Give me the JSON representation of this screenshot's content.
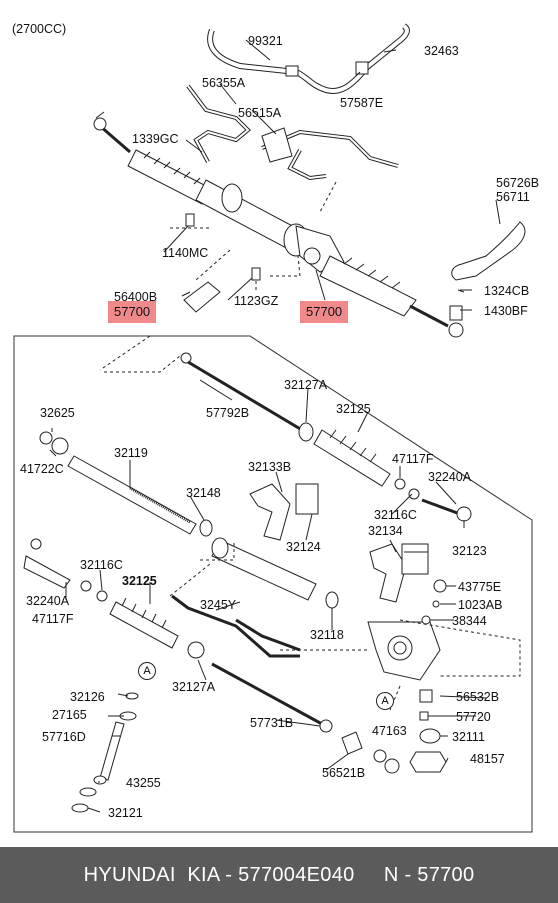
{
  "header": {
    "engine_note": "(2700CC)"
  },
  "highlight_label": "57700",
  "parts": {
    "p99321": "99321",
    "p32463": "32463",
    "p56355A": "56355A",
    "p57587E": "57587E",
    "p56515A": "56515A",
    "p1339GC": "1339GC",
    "p56726B": "56726B",
    "p56711": "56711",
    "p1140MC": "1140MC",
    "p56400B": "56400B",
    "p1123GZ": "1123GZ",
    "p1324CB": "1324CB",
    "p1430BF": "1430BF",
    "p32127A_top": "32127A",
    "p57792B": "57792B",
    "p32625": "32625",
    "p32125_top": "32125",
    "p41722C": "41722C",
    "p32119": "32119",
    "p47117F_right": "47117F",
    "p32133B": "32133B",
    "p32240A_right": "32240A",
    "p32148": "32148",
    "p32116C_right": "32116C",
    "p32124": "32124",
    "p32134": "32134",
    "p32123": "32123",
    "p32116C_left": "32116C",
    "p32125_bold": "32125",
    "p32240A_left": "32240A",
    "p43775E": "43775E",
    "p3245Y": "3245Y",
    "p1023AB": "1023AB",
    "p47117F_left": "47117F",
    "p32118": "32118",
    "p38344": "38344",
    "p32127A_bottom": "32127A",
    "p32126": "32126",
    "p56532B": "56532B",
    "p27165": "27165",
    "p57731B": "57731B",
    "p57720": "57720",
    "p57716D": "57716D",
    "p47163": "47163",
    "p32111": "32111",
    "p43255": "43255",
    "p56521B": "56521B",
    "p48157": "48157",
    "p32121": "32121"
  },
  "markers": {
    "a_left": "A",
    "a_right": "A"
  },
  "footer": {
    "brand": "HYUNDAI  KIA - 577004E040",
    "ref": "N - 57700"
  }
}
